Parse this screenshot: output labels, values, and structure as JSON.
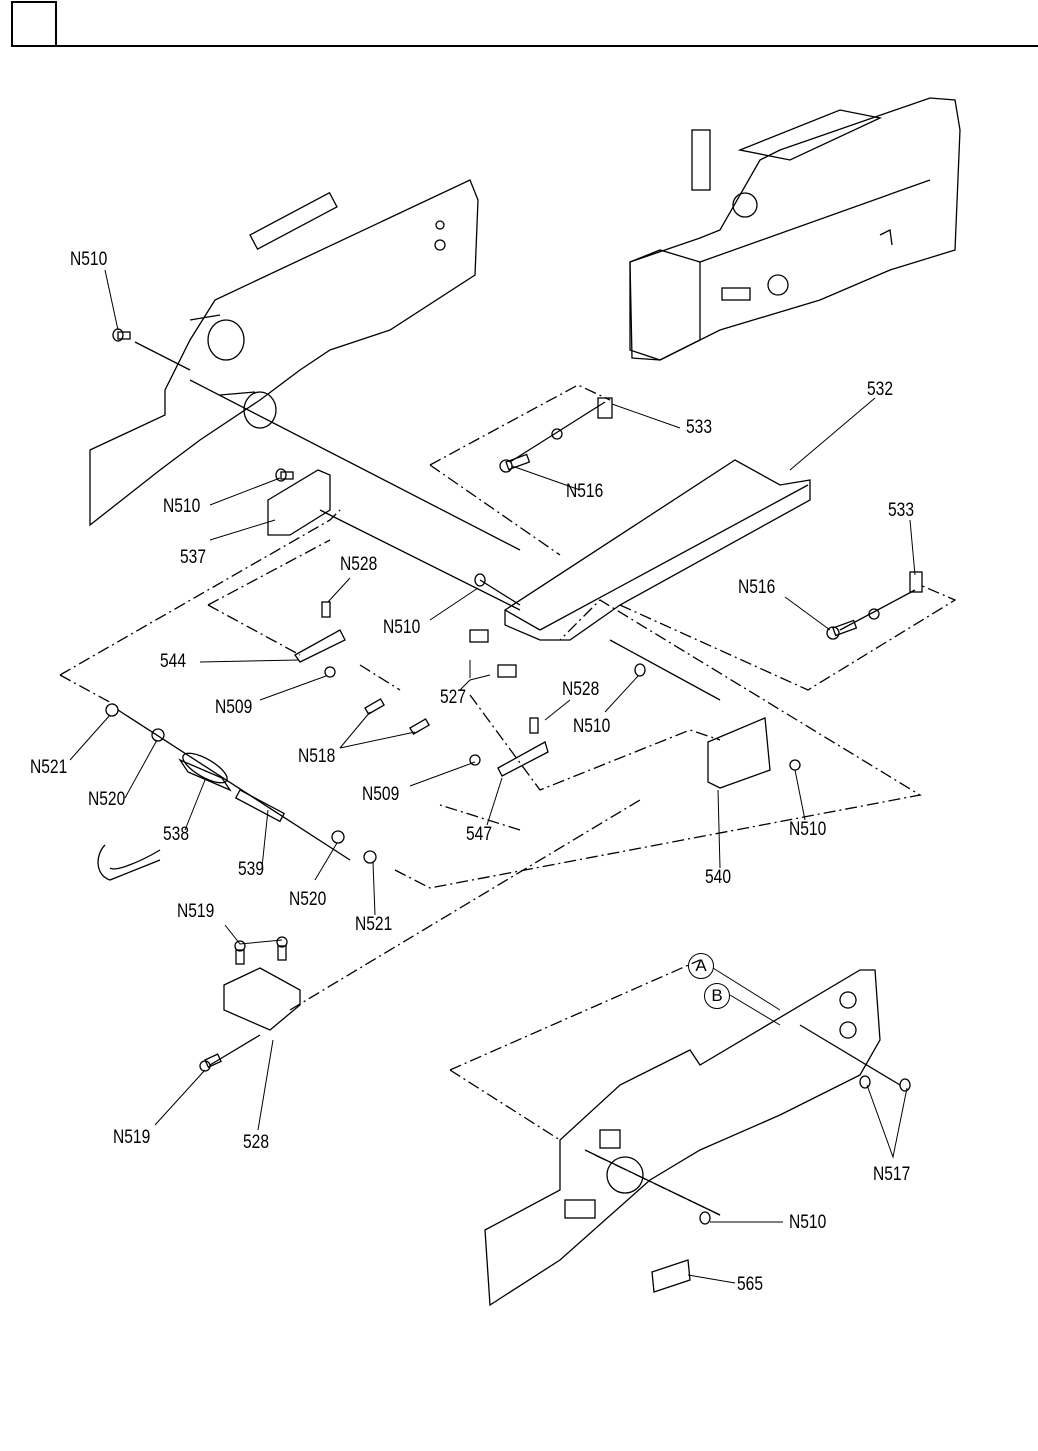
{
  "header": {
    "section_box": "",
    "title": ""
  },
  "labels": {
    "n510_top": "N510",
    "n510_left": "N510",
    "l537": "537",
    "l532": "532",
    "l533_top": "533",
    "n516_top": "N516",
    "l533_right": "533",
    "n516_right": "N516",
    "n528_top": "N528",
    "n510_mid": "N510",
    "l544": "544",
    "n509_top": "N509",
    "l527": "527",
    "n528_mid": "N528",
    "n510_mid2": "N510",
    "n518": "N518",
    "n521_left": "N521",
    "n520_left": "N520",
    "n509_mid": "N509",
    "l538": "538",
    "l539": "539",
    "l547": "547",
    "n520_right": "N520",
    "n521_right": "N521",
    "l540": "540",
    "n510_right": "N510",
    "n519_top": "N519",
    "n519_bottom": "N519",
    "l528": "528",
    "circle_a": "A",
    "circle_b": "B",
    "n517": "N517",
    "n510_bottom": "N510",
    "l565": "565"
  }
}
